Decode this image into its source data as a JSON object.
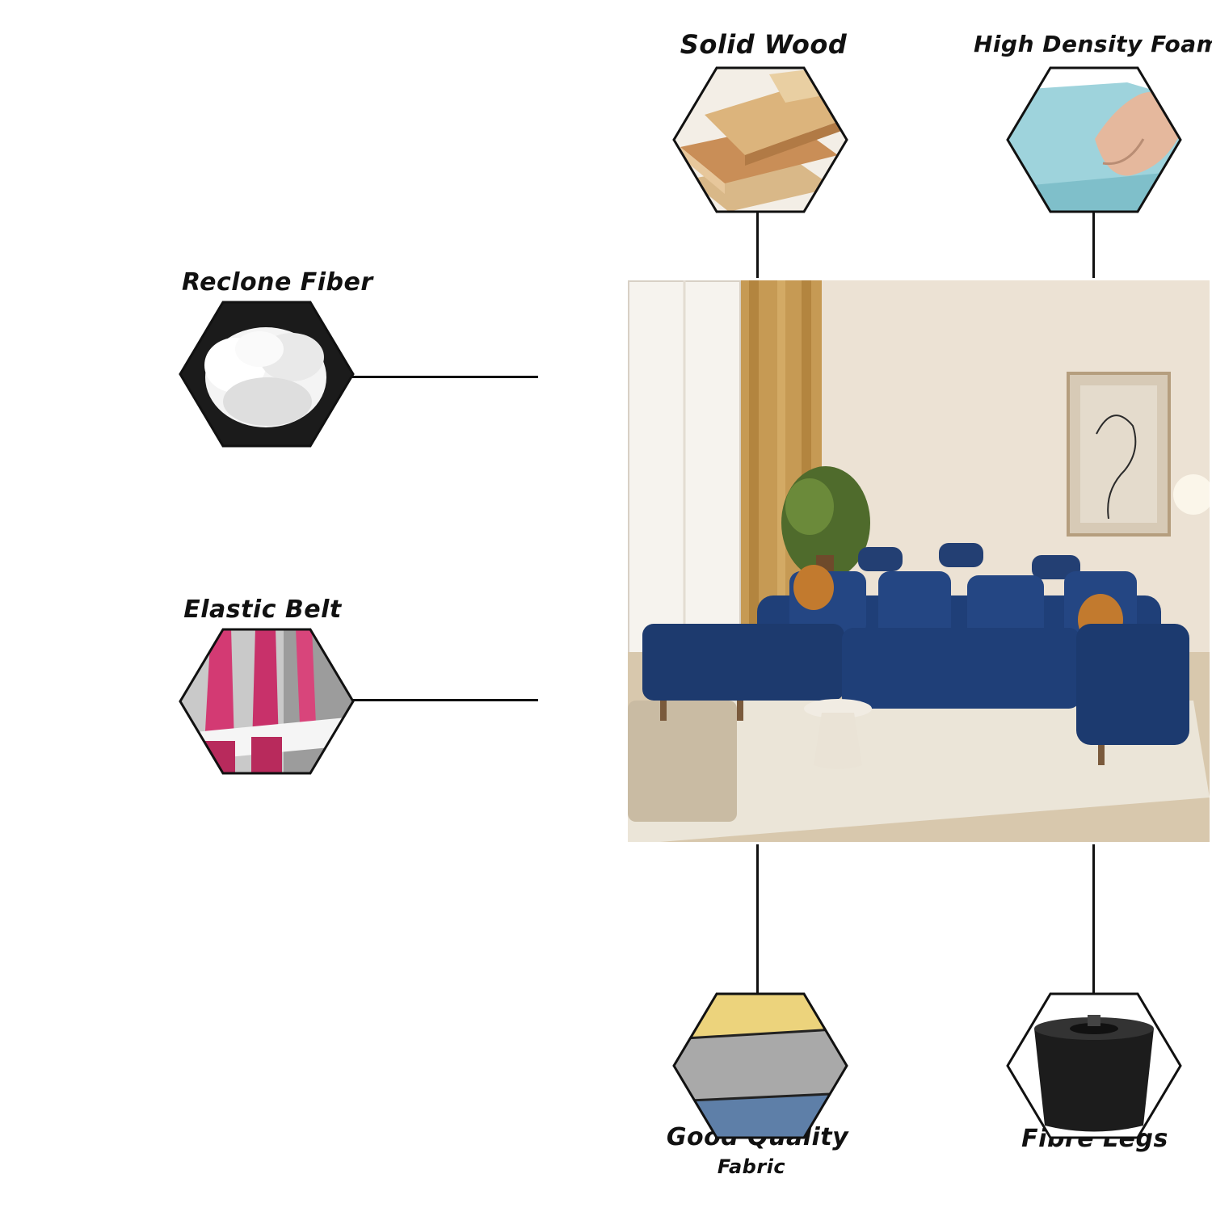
{
  "features": {
    "solid_wood": "Solid Wood",
    "high_density_foam": "High Density Foam",
    "reclone_fiber": "Reclone Fiber",
    "elastic_belt": "Elastic Belt",
    "good_quality_line1": "Good Quality",
    "good_quality_line2": "Fabric",
    "fibre_legs": "Fibre Legs"
  },
  "icons": {
    "solid_wood": "wood-planks-icon",
    "high_density_foam": "foam-block-icon",
    "reclone_fiber": "fiber-fluff-icon",
    "elastic_belt": "elastic-belt-icon",
    "good_quality_fabric": "fabric-layers-icon",
    "fibre_legs": "sofa-leg-icon"
  },
  "colors": {
    "sofa": "#1f3f78",
    "accent_pillow": "#c27a2e",
    "line": "#111111"
  }
}
